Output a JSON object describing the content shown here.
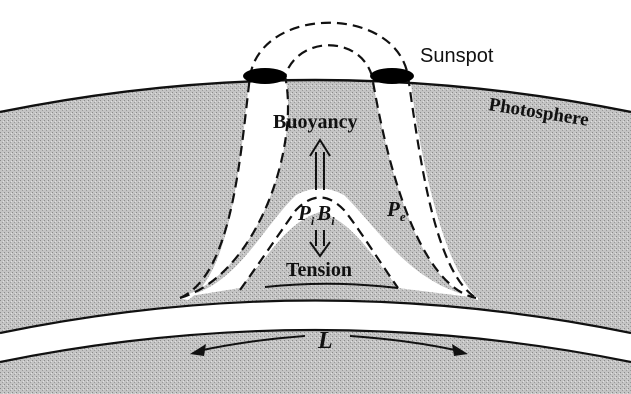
{
  "labels": {
    "sunspot": "Sunspot",
    "photosphere": "Photosphere",
    "buoyancy": "Buoyancy",
    "pressure_internal": "P",
    "pressure_internal_sub": "i",
    "field_internal": "B",
    "field_internal_sub": "i",
    "pressure_external": "P",
    "pressure_external_sub": "e",
    "tension": "Tension",
    "length": "L"
  },
  "colors": {
    "interior": "#bdbdbd",
    "flux_tube": "#ffffff",
    "outline": "#111111",
    "sunspot": "#000000"
  }
}
